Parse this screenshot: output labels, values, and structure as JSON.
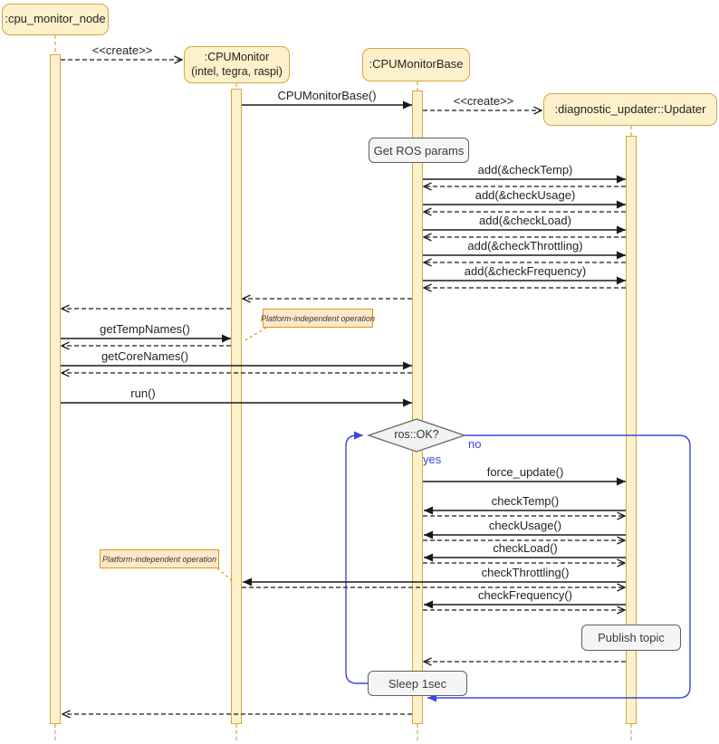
{
  "lifelines": {
    "cpu_monitor_node": {
      "title": ":cpu_monitor_node"
    },
    "cpu_monitor": {
      "title": ":CPUMonitor",
      "subtitle": "(intel, tegra, raspi)"
    },
    "cpu_monitor_base": {
      "title": ":CPUMonitorBase"
    },
    "updater": {
      "title": ":diagnostic_updater::Updater"
    }
  },
  "messages": {
    "create_monitor": "<<create>>",
    "ctor": "CPUMonitorBase()",
    "create_updater": "<<create>>",
    "add_check_temp": "add(&checkTemp)",
    "add_check_usage": "add(&checkUsage)",
    "add_check_load": "add(&checkLoad)",
    "add_check_throttling": "add(&checkThrottling)",
    "add_check_frequency": "add(&checkFrequency)",
    "get_temp_names": "getTempNames()",
    "get_core_names": "getCoreNames()",
    "run": "run()",
    "force_update": "force_update()",
    "check_temp": "checkTemp()",
    "check_usage": "checkUsage()",
    "check_load": "checkLoad()",
    "check_throttling": "checkThrottling()",
    "check_frequency": "checkFrequency()"
  },
  "notes": {
    "get_ros_params": "Get ROS params",
    "platform_note_1": "Platform-independent operation",
    "platform_note_2": "Platform-independent operation",
    "publish_topic": "Publish topic",
    "sleep": "Sleep 1sec"
  },
  "decision": {
    "label": "ros::OK?",
    "yes_label": "yes",
    "no_label": "no"
  },
  "colors": {
    "lifeline_fill": "#fdf1cb",
    "lifeline_border": "#d4a741",
    "note_gray_fill": "#f5f5f5",
    "note_gray_border": "#5f5f5f",
    "note_orange_fill": "#ffe7cd",
    "note_orange_border": "#d79b00",
    "decision_fill": "#f2f2f2",
    "decision_border": "#666666",
    "loop_blue": "#3a46e0",
    "arrow_color": "#1a1a1a"
  }
}
